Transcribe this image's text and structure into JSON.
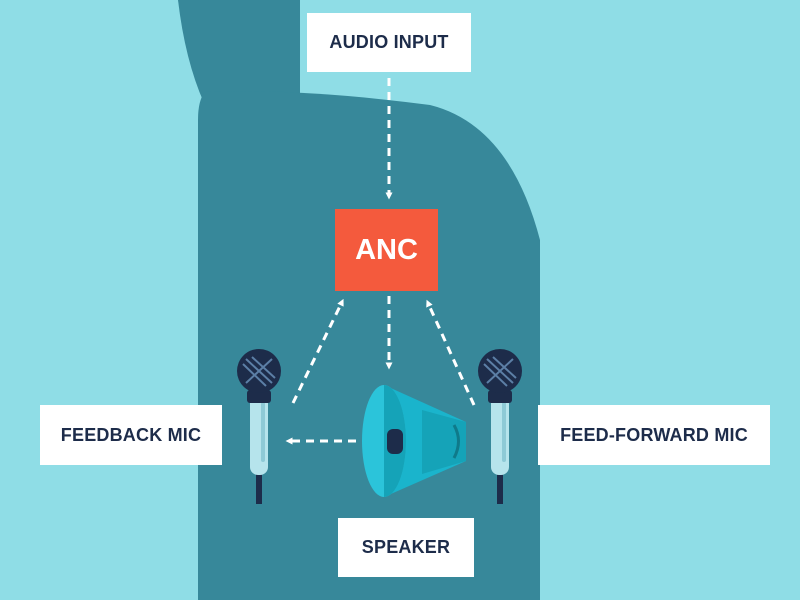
{
  "colors": {
    "background": "#8fdde6",
    "headphone": "#37889a",
    "anc": "#f45a3d",
    "label_text": "#1d2c4a",
    "arrows": "#ffffff",
    "speaker": "#1ab4cc",
    "mic_head": "#1d2c4a",
    "mic_body": "#b6e4ec"
  },
  "labels": {
    "audio_input": "AUDIO INPUT",
    "anc": "ANC",
    "feedback_mic": "FEEDBACK MIC",
    "feed_forward_mic": "FEED-FORWARD MIC",
    "speaker": "SPEAKER"
  },
  "icons": [
    "headphone-silhouette",
    "speaker-icon",
    "feedback-mic-icon",
    "feed-forward-mic-icon"
  ]
}
